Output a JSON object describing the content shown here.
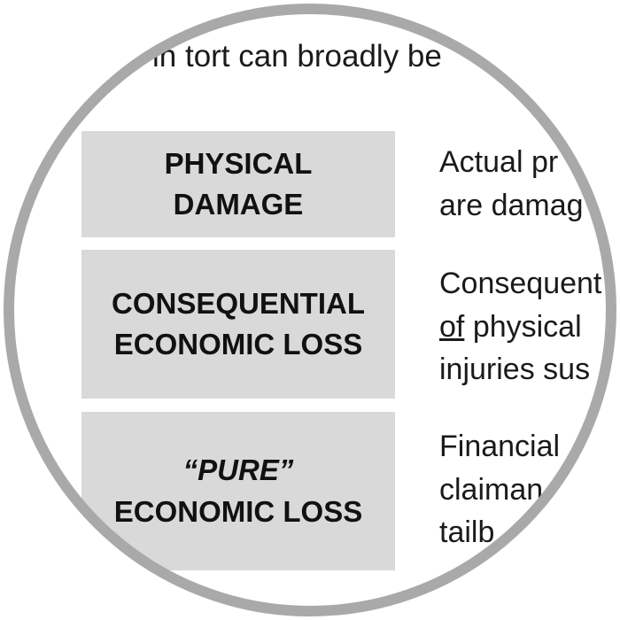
{
  "intro_text": "in tort can broadly be",
  "categories": [
    {
      "lines": [
        "PHYSICAL",
        "DAMAGE"
      ],
      "description_lines": [
        "Actual pr",
        "are damag"
      ]
    },
    {
      "lines": [
        "CONSEQUENTIAL",
        "ECONOMIC LOSS"
      ],
      "description_lines": [
        "Consequent",
        "physical",
        "injuries sus"
      ],
      "description_underlined_word": "of"
    },
    {
      "lines": [
        "“PURE”",
        "ECONOMIC LOSS"
      ],
      "description_lines": [
        "Financial",
        "claiman",
        "tailb"
      ]
    }
  ],
  "colors": {
    "cell_bg": "#d9d9d9",
    "ring": "#a9a9a9"
  }
}
